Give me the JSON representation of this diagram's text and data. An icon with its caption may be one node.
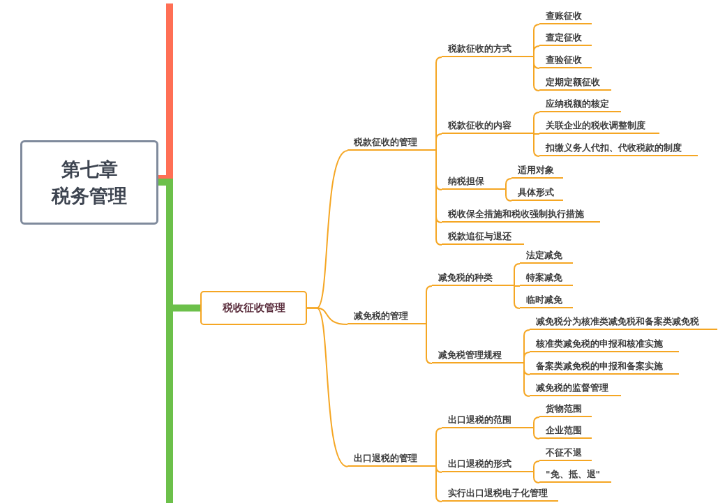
{
  "diagram": {
    "nodes": [
      {
        "text": [
          "第七章",
          "税务管理"
        ]
      },
      {
        "text": [
          "税收征收管理"
        ]
      },
      {
        "text": [
          "税款征收的管理"
        ]
      },
      {
        "text": [
          "税款征收的方式"
        ]
      },
      {
        "text": [
          "查账征收"
        ]
      },
      {
        "text": [
          "查定征收"
        ]
      },
      {
        "text": [
          "查验征收"
        ]
      },
      {
        "text": [
          "定期定额征收"
        ]
      },
      {
        "text": [
          "税款征收的内容"
        ]
      },
      {
        "text": [
          "应纳税额的核定"
        ]
      },
      {
        "text": [
          "关联企业的税收调整制度"
        ]
      },
      {
        "text": [
          "扣缴义务人代扣、代收税款的制度"
        ]
      },
      {
        "text": [
          "纳税担保"
        ]
      },
      {
        "text": [
          "适用对象"
        ]
      },
      {
        "text": [
          "具体形式"
        ]
      },
      {
        "text": [
          "税收保全措施和税收强制执行措施"
        ]
      },
      {
        "text": [
          "税款追征与退还"
        ]
      },
      {
        "text": [
          "减免税的管理"
        ]
      },
      {
        "text": [
          "减免税的种类"
        ]
      },
      {
        "text": [
          "法定减免"
        ]
      },
      {
        "text": [
          "特案减免"
        ]
      },
      {
        "text": [
          "临时减免"
        ]
      },
      {
        "text": [
          "减免税管理规程"
        ]
      },
      {
        "text": [
          "减免税分为核准类减免税和备案类减免税"
        ]
      },
      {
        "text": [
          "核准类减免税的申报和核准实施"
        ]
      },
      {
        "text": [
          "备案类减免税的申报和备案实施"
        ]
      },
      {
        "text": [
          "减免税的监督管理"
        ]
      },
      {
        "text": [
          "出口退税的管理"
        ]
      },
      {
        "text": [
          "出口退税的范围"
        ]
      },
      {
        "text": [
          "货物范围"
        ]
      },
      {
        "text": [
          "企业范围"
        ]
      },
      {
        "text": [
          "出口退税的形式"
        ]
      },
      {
        "text": [
          "不征不退"
        ]
      },
      {
        "text": [
          "\"免、抵、退\""
        ]
      },
      {
        "text": [
          "实行出口退税电子化管理"
        ]
      }
    ],
    "edges": [
      {
        "from": 0,
        "to": 1,
        "arrow": "none",
        "style": "thick",
        "color": "#6cc04a"
      },
      {
        "from": 0,
        "to": null,
        "arrow": "none",
        "style": "thick",
        "color": "#ff6f55"
      },
      {
        "from": 0,
        "to": null,
        "arrow": "none",
        "style": "thick",
        "color": "#6cc04a"
      },
      {
        "from": 1,
        "to": 2,
        "arrow": "none"
      },
      {
        "from": 2,
        "to": 3,
        "arrow": "none"
      },
      {
        "from": 3,
        "to": 4,
        "arrow": "none"
      },
      {
        "from": 3,
        "to": 5,
        "arrow": "none"
      },
      {
        "from": 3,
        "to": 6,
        "arrow": "none"
      },
      {
        "from": 3,
        "to": 7,
        "arrow": "none"
      },
      {
        "from": 2,
        "to": 8,
        "arrow": "none"
      },
      {
        "from": 8,
        "to": 9,
        "arrow": "none"
      },
      {
        "from": 8,
        "to": 10,
        "arrow": "none"
      },
      {
        "from": 8,
        "to": 11,
        "arrow": "none"
      },
      {
        "from": 2,
        "to": 12,
        "arrow": "none"
      },
      {
        "from": 12,
        "to": 13,
        "arrow": "none"
      },
      {
        "from": 12,
        "to": 14,
        "arrow": "none"
      },
      {
        "from": 2,
        "to": 15,
        "arrow": "none"
      },
      {
        "from": 2,
        "to": 16,
        "arrow": "none"
      },
      {
        "from": 1,
        "to": 17,
        "arrow": "none"
      },
      {
        "from": 17,
        "to": 18,
        "arrow": "none"
      },
      {
        "from": 18,
        "to": 19,
        "arrow": "none"
      },
      {
        "from": 18,
        "to": 20,
        "arrow": "none"
      },
      {
        "from": 18,
        "to": 21,
        "arrow": "none"
      },
      {
        "from": 17,
        "to": 22,
        "arrow": "none"
      },
      {
        "from": 22,
        "to": 23,
        "arrow": "none"
      },
      {
        "from": 22,
        "to": 24,
        "arrow": "none"
      },
      {
        "from": 22,
        "to": 25,
        "arrow": "none"
      },
      {
        "from": 22,
        "to": 26,
        "arrow": "none"
      },
      {
        "from": 1,
        "to": 27,
        "arrow": "none"
      },
      {
        "from": 27,
        "to": 28,
        "arrow": "none"
      },
      {
        "from": 28,
        "to": 29,
        "arrow": "none"
      },
      {
        "from": 28,
        "to": 30,
        "arrow": "none"
      },
      {
        "from": 27,
        "to": 31,
        "arrow": "none"
      },
      {
        "from": 31,
        "to": 32,
        "arrow": "none"
      },
      {
        "from": 31,
        "to": 33,
        "arrow": "none"
      },
      {
        "from": 27,
        "to": 34,
        "arrow": "none"
      }
    ]
  }
}
